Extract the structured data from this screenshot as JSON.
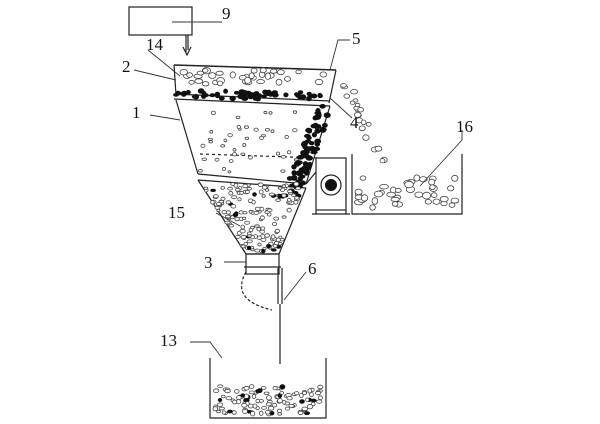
{
  "labels": {
    "l1": "1",
    "l2": "2",
    "l3": "3",
    "l4": "4",
    "l5": "5",
    "l6": "6",
    "l9": "9",
    "l13": "13",
    "l14": "14",
    "l15": "15",
    "l16": "16"
  },
  "colors": {
    "line": "#222222",
    "dark_particles": "#111111",
    "light_particles": "#444444",
    "background": "#ffffff"
  }
}
